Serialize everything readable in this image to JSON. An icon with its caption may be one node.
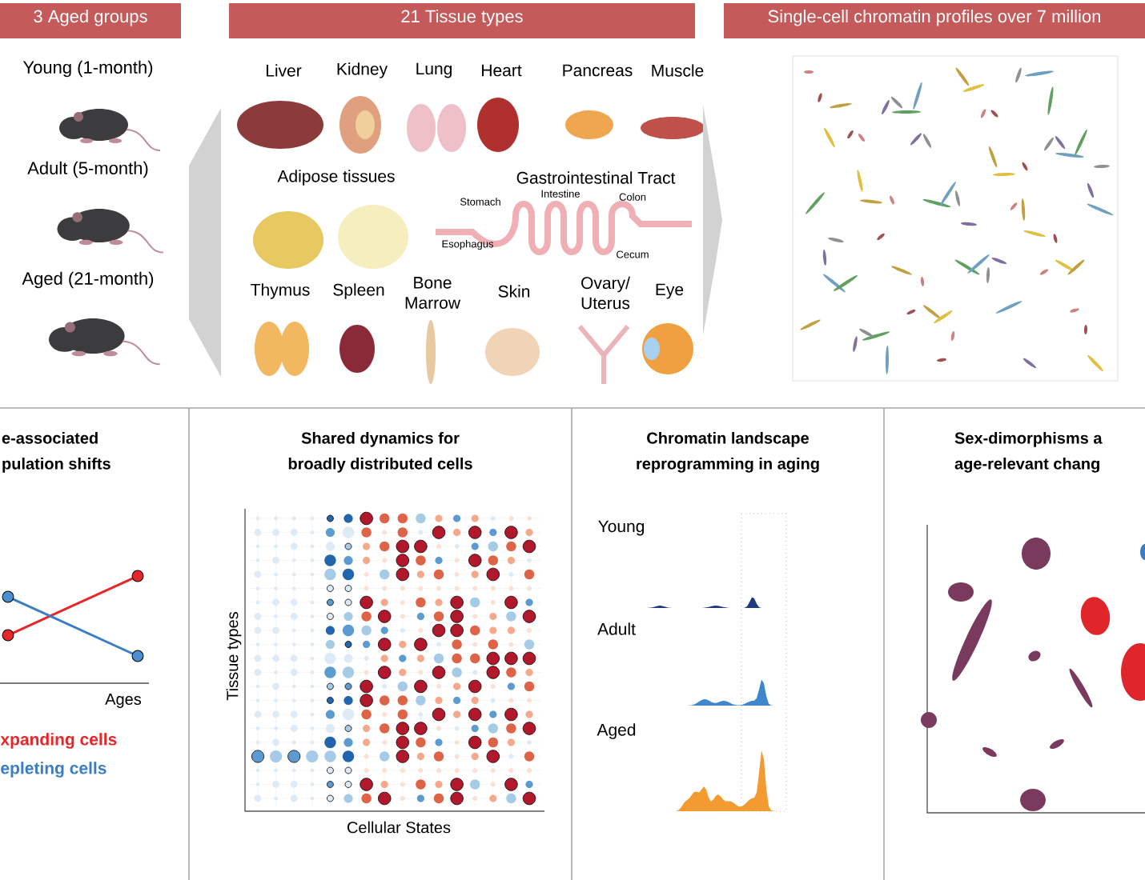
{
  "diagram": {
    "nodes": [
      {
        "text": [
          "3 Aged groups"
        ]
      },
      {
        "text": [
          "21 Tissue types"
        ]
      },
      {
        "text": [
          "Single-cell chromatin profiles over 7 million"
        ]
      },
      {
        "text": [
          "e-associated pulation shifts"
        ]
      },
      {
        "text": [
          "Shared dynamics for broadly distributed cells"
        ]
      },
      {
        "text": [
          "Chromatin landscape reprogramming in aging"
        ]
      },
      {
        "text": [
          "Sex-dimorphisms a age-relevant chang"
        ]
      }
    ],
    "edges": [
      {
        "from": 0,
        "to": 1,
        "arrow": "none"
      },
      {
        "from": 1,
        "to": 2,
        "arrow": "to"
      }
    ],
    "labels": [
      "Young (1-month)",
      "Adult (5-month)",
      "Aged (21-month)",
      "Liver",
      "Kidney",
      "Lung",
      "Heart",
      "Pancreas",
      "Muscle",
      "Adipose tissues",
      "Gastrointestinal Tract",
      "Stomach",
      "Intestine",
      "Colon",
      "Esophagus",
      "Cecum",
      "Thymus",
      "Spleen",
      "Bone Marrow",
      "Skin",
      "Ovary/ Uterus",
      "Eye",
      "Ages",
      "Tissue types",
      "Cellular States",
      "Young",
      "Adult",
      "Aged"
    ],
    "legend": [
      {
        "text": "xpanding cells",
        "color": "#e8262a"
      },
      {
        "text": "epleting cells",
        "color": "#3a7dc4"
      }
    ]
  }
}
